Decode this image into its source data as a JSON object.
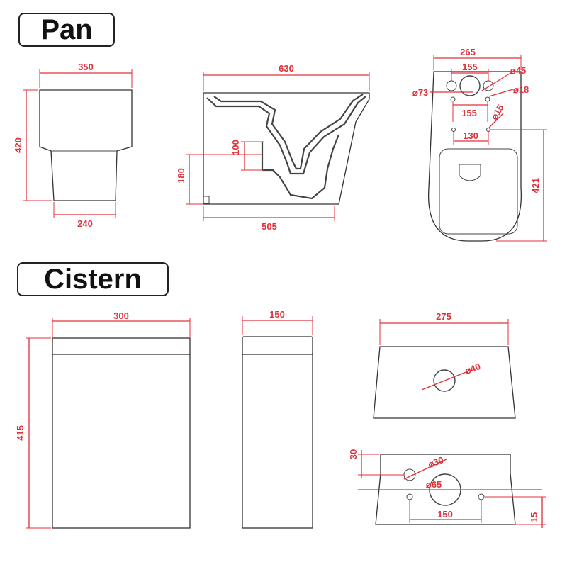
{
  "sections": {
    "pan": "Pan",
    "cistern": "Cistern"
  },
  "colors": {
    "dimension": "#e0303a",
    "outline": "#333333"
  },
  "pan": {
    "front": {
      "top_width": "350",
      "height": "420",
      "bottom_width": "240"
    },
    "side": {
      "length": "630",
      "outlet_size": "100",
      "outlet_height": "180",
      "base_length": "505"
    },
    "top": {
      "width": "265",
      "hole_spacing": "155",
      "small_hole": "⌀45",
      "center_hole": "⌀73",
      "tiny_hole": "⌀18",
      "fixing_spacing": "155",
      "fixing_hole": "⌀15",
      "pin_spacing": "130",
      "depth": "421"
    }
  },
  "cistern": {
    "front": {
      "width": "300",
      "height": "415"
    },
    "side": {
      "depth": "150"
    },
    "top": {
      "width": "275",
      "button_hole": "⌀40"
    },
    "base": {
      "offset_30": "30",
      "side_hole": "⌀30",
      "center_hole": "⌀65",
      "bolt_spacing": "150",
      "offset_15": "15"
    }
  }
}
